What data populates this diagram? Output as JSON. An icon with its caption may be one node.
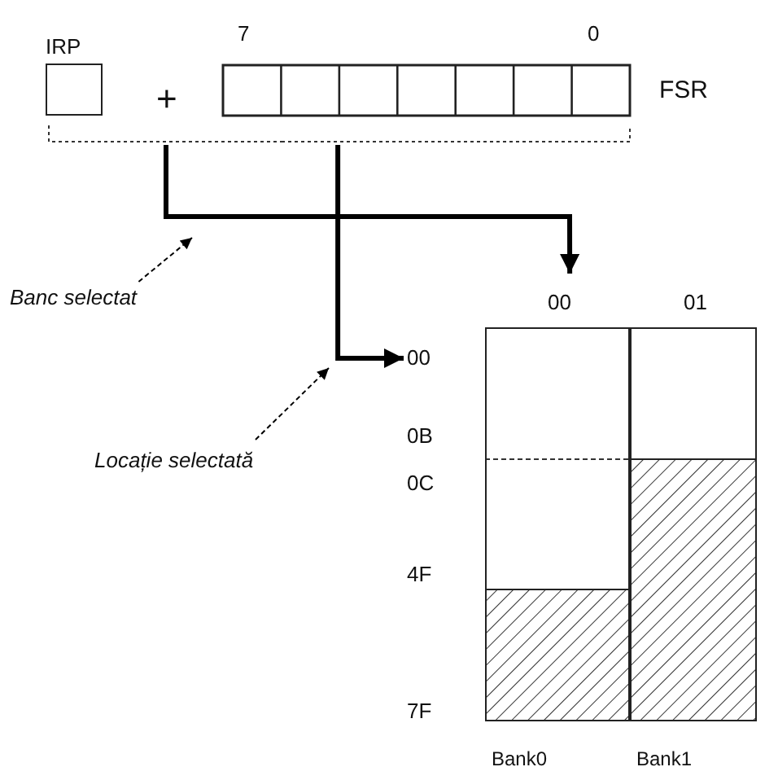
{
  "diagram": {
    "nodes": [
      {
        "text": [
          "IRP"
        ]
      },
      {
        "text": [
          "FSR"
        ]
      },
      {
        "text": [
          "00",
          "Bank0"
        ]
      },
      {
        "text": [
          "01",
          "Bank1"
        ]
      },
      {
        "text": [
          "Banc selectat"
        ]
      },
      {
        "text": [
          "Locație selectată"
        ]
      },
      {
        "text": [
          "00"
        ]
      },
      {
        "text": [],
        "shape": "bracket"
      },
      {
        "text": [],
        "shape": "bracket"
      }
    ],
    "edges": [
      {
        "from": 7,
        "to": 2,
        "arrow": "to",
        "style": "thick"
      },
      {
        "from": 8,
        "to": 6,
        "arrow": "to",
        "style": "thick"
      },
      {
        "from": 4,
        "to": null,
        "arrow": "to",
        "style": "dashed"
      },
      {
        "from": 5,
        "to": null,
        "arrow": "to",
        "style": "dashed"
      }
    ],
    "labels": [
      "7",
      "0",
      "+",
      "0B",
      "0C",
      "4F",
      "7F"
    ]
  }
}
